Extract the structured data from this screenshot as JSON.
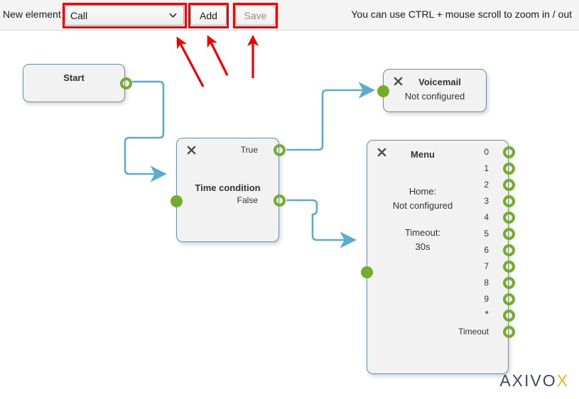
{
  "toolbar": {
    "new_element_label": "New element",
    "select": {
      "value": "Call",
      "options": [
        "Call"
      ],
      "chevron_icon": "chevron-down-icon"
    },
    "add_label": "Add",
    "save_label": "Save",
    "hint": "You can use CTRL + mouse scroll to zoom in / out"
  },
  "annotations": {
    "highlight_color": "#f50000",
    "arrow_color": "#f50000",
    "arrow_count": 3
  },
  "canvas": {
    "wire_color": "#5badcf",
    "port_color": "#73ad2b",
    "node_border_color": "#6d8ca5",
    "node_fill_color": "#f2f2f2",
    "nodes": [
      {
        "id": "start",
        "title": "Start",
        "subtitle": "",
        "closable": false,
        "inputs": [],
        "outputs": [
          {
            "label": "",
            "type": "out"
          }
        ]
      },
      {
        "id": "time-condition",
        "title": "Time condition",
        "subtitle": "",
        "closable": true,
        "close_icon": "close-icon",
        "inputs": [
          {
            "label": "",
            "type": "in"
          }
        ],
        "outputs": [
          {
            "label": "True",
            "type": "out"
          },
          {
            "label": "False",
            "type": "out"
          }
        ]
      },
      {
        "id": "voicemail",
        "title": "Voicemail",
        "subtitle": "Not configured",
        "closable": true,
        "close_icon": "close-icon",
        "inputs": [
          {
            "label": "",
            "type": "in"
          }
        ],
        "outputs": []
      },
      {
        "id": "menu",
        "title": "Menu",
        "subtitle_home_label": "Home:",
        "subtitle_home_value": "Not configured",
        "subtitle_timeout_label": "Timeout:",
        "subtitle_timeout_value": "30s",
        "closable": true,
        "close_icon": "close-icon",
        "inputs": [
          {
            "label": "",
            "type": "in"
          }
        ],
        "outputs": [
          {
            "label": "0",
            "type": "out"
          },
          {
            "label": "1",
            "type": "out"
          },
          {
            "label": "2",
            "type": "out"
          },
          {
            "label": "3",
            "type": "out"
          },
          {
            "label": "4",
            "type": "out"
          },
          {
            "label": "5",
            "type": "out"
          },
          {
            "label": "6",
            "type": "out"
          },
          {
            "label": "7",
            "type": "out"
          },
          {
            "label": "8",
            "type": "out"
          },
          {
            "label": "9",
            "type": "out"
          },
          {
            "label": "*",
            "type": "out"
          },
          {
            "label": "Timeout",
            "type": "out"
          }
        ]
      }
    ],
    "connections": [
      {
        "from": "start.out",
        "to": "time-condition.in"
      },
      {
        "from": "time-condition.True",
        "to": "voicemail.in"
      },
      {
        "from": "time-condition.False",
        "to": "menu.in"
      }
    ]
  },
  "logo": {
    "text_main": "AXIVO",
    "text_accent": "X",
    "color_main": "#3c4a5e",
    "color_accent": "#f0b323"
  }
}
